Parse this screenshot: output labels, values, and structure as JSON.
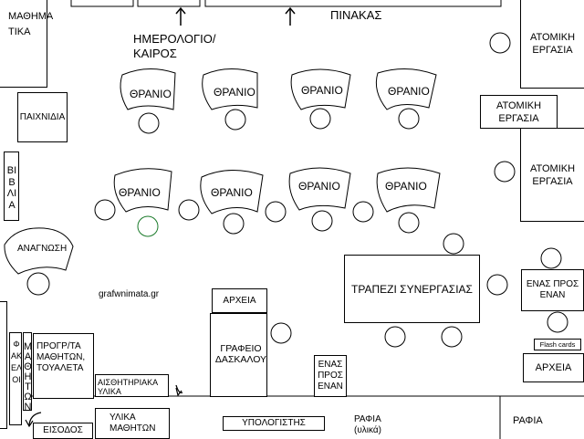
{
  "walls": {
    "board": "ΠΙΝΑΚΑΣ",
    "calendar_weather": "ΗΜΕΡΟΛΟΓΙΟ/ ΚΑΙΡΟΣ"
  },
  "left_wall": {
    "math": "ΜΑΘΗΜΑ ΤΙΚΑ",
    "toys": "ΠΑΙΧΝΙΔΙΑ",
    "library": "ΒΙΒΛΙΑ",
    "reading": "ΑΝΑΓΝΩΣΗ",
    "folders": "ΦΑΚΕΛΟΙ",
    "students": "ΜΑΘΗΤΩΝ",
    "schedule": "ΠΡΟΓΡ/ΤΑ ΜΑΘΗΤΩΝ, ΤΟΥΑΛΕΤΑ",
    "entrance": "ΕΙΣΟΔΟΣ"
  },
  "desk_label": "ΘΡΑΝΙΟ",
  "right_wall": {
    "individual_work": "ΑΤΟΜΙΚΗ ΕΡΓΑΣΙΑ",
    "one_to_one": "ΕΝΑΣ ΠΡΟΣ ΕΝΑΝ",
    "flash_cards": "Flash cards",
    "archive": "ΑΡΧΕΙΑ"
  },
  "center": {
    "collab_table": "ΤΡΑΠΕΖΙ ΣΥΝΕΡΓΑΣΙΑΣ",
    "archive": "ΑΡΧΕΙΑ",
    "teacher_desk": "ΓΡΑΦΕΙΟ ΔΑΣΚΑΛΟΥ",
    "one_to_one": "ΕΝΑΣ ΠΡΟΣ ΕΝΑΝ",
    "watermark": "grafwnimata.gr"
  },
  "bottom_wall": {
    "sensory": "ΑΙΣΘΗΤΗΡΙΑΚΑ ΥΛΙΚΑ",
    "student_materials": "ΥΛΙΚΑ ΜΑΘΗΤΩΝ",
    "computer": "ΥΠΟΛΟΓΙΣΤΗΣ",
    "shelves_materials": "ΡΑΦΙΑ (υλικά)",
    "shelves": "ΡΑΦΙΑ"
  }
}
